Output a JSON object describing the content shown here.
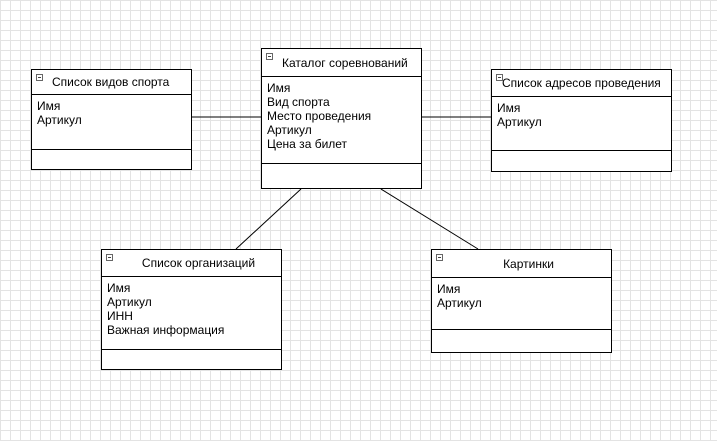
{
  "diagram": {
    "classes": {
      "sports": {
        "title": "Список видов спорта",
        "attributes": [
          "Имя",
          "Артикул"
        ]
      },
      "catalog": {
        "title": "Каталог соревнований",
        "attributes": [
          "Имя",
          "Вид спорта",
          "Место проведения",
          "Артикул",
          "Цена за билет"
        ]
      },
      "addresses": {
        "title": "Список адресов проведения",
        "attributes": [
          "Имя",
          "Артикул"
        ]
      },
      "organizations": {
        "title": "Список организаций",
        "attributes": [
          "Имя",
          "Артикул",
          "ИНН",
          "Важная информация"
        ]
      },
      "pictures": {
        "title": "Картинки",
        "attributes": [
          "Имя",
          "Артикул"
        ]
      }
    },
    "line_color": "#000000",
    "grid_color": "#e3e3e3"
  }
}
